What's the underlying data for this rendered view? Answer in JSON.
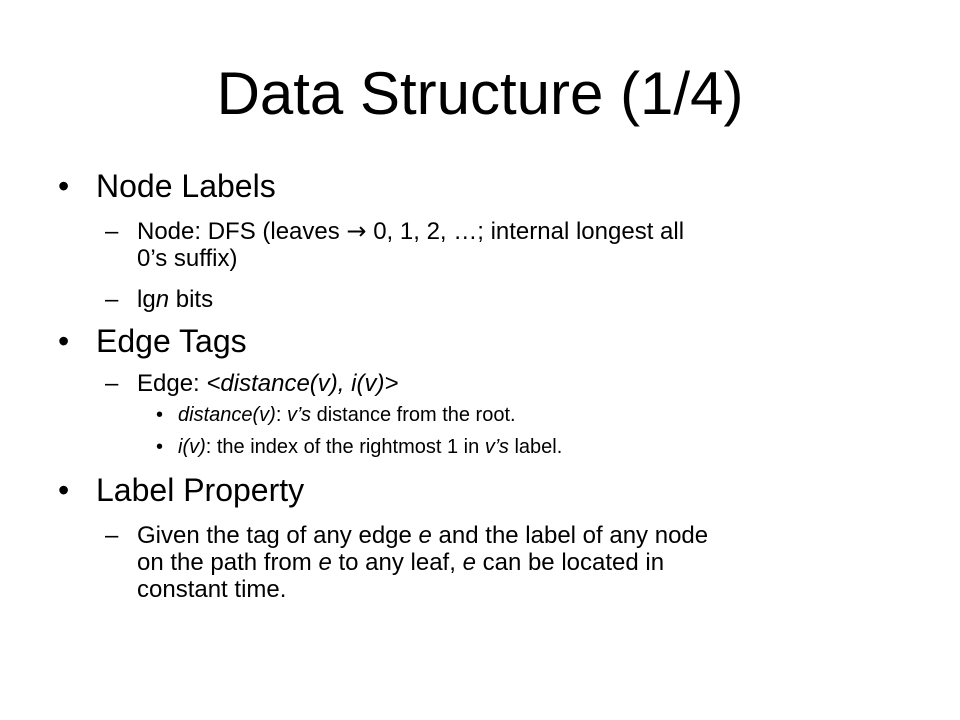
{
  "slide": {
    "title": "Data Structure (1/4)",
    "bullet_glyph": "•",
    "dash_glyph": "–",
    "sections": [
      {
        "heading": "Node Labels",
        "items": [
          {
            "line1": {
              "before": "Node: DFS (leaves ",
              "arrow": "→",
              "after": " 0, 1, 2, …; internal longest all"
            },
            "line2": "0’s suffix)"
          },
          {
            "prefix": "lg",
            "var": "n",
            "suffix": " bits"
          }
        ]
      },
      {
        "heading": "Edge Tags",
        "edge_line": {
          "prefix": "Edge: ",
          "tuple": "<distance(v), i(v)>"
        },
        "subitems": [
          {
            "term": "distance(v)",
            "sep": ": ",
            "var": "v’s",
            "rest": " distance from the root."
          },
          {
            "term": "i(v)",
            "sep": ": the index of the rightmost 1 in ",
            "var": "v’s",
            "rest": " label."
          }
        ]
      },
      {
        "heading": "Label Property",
        "paragraph": {
          "line1": {
            "before": "Given the tag of any edge ",
            "var": "e",
            "after": " and the label of any node"
          },
          "line2": {
            "before": "on the path from ",
            "var1": "e",
            "mid": " to any leaf, ",
            "var2": "e",
            "after": " can be located in"
          },
          "line3": "constant time."
        }
      }
    ]
  }
}
